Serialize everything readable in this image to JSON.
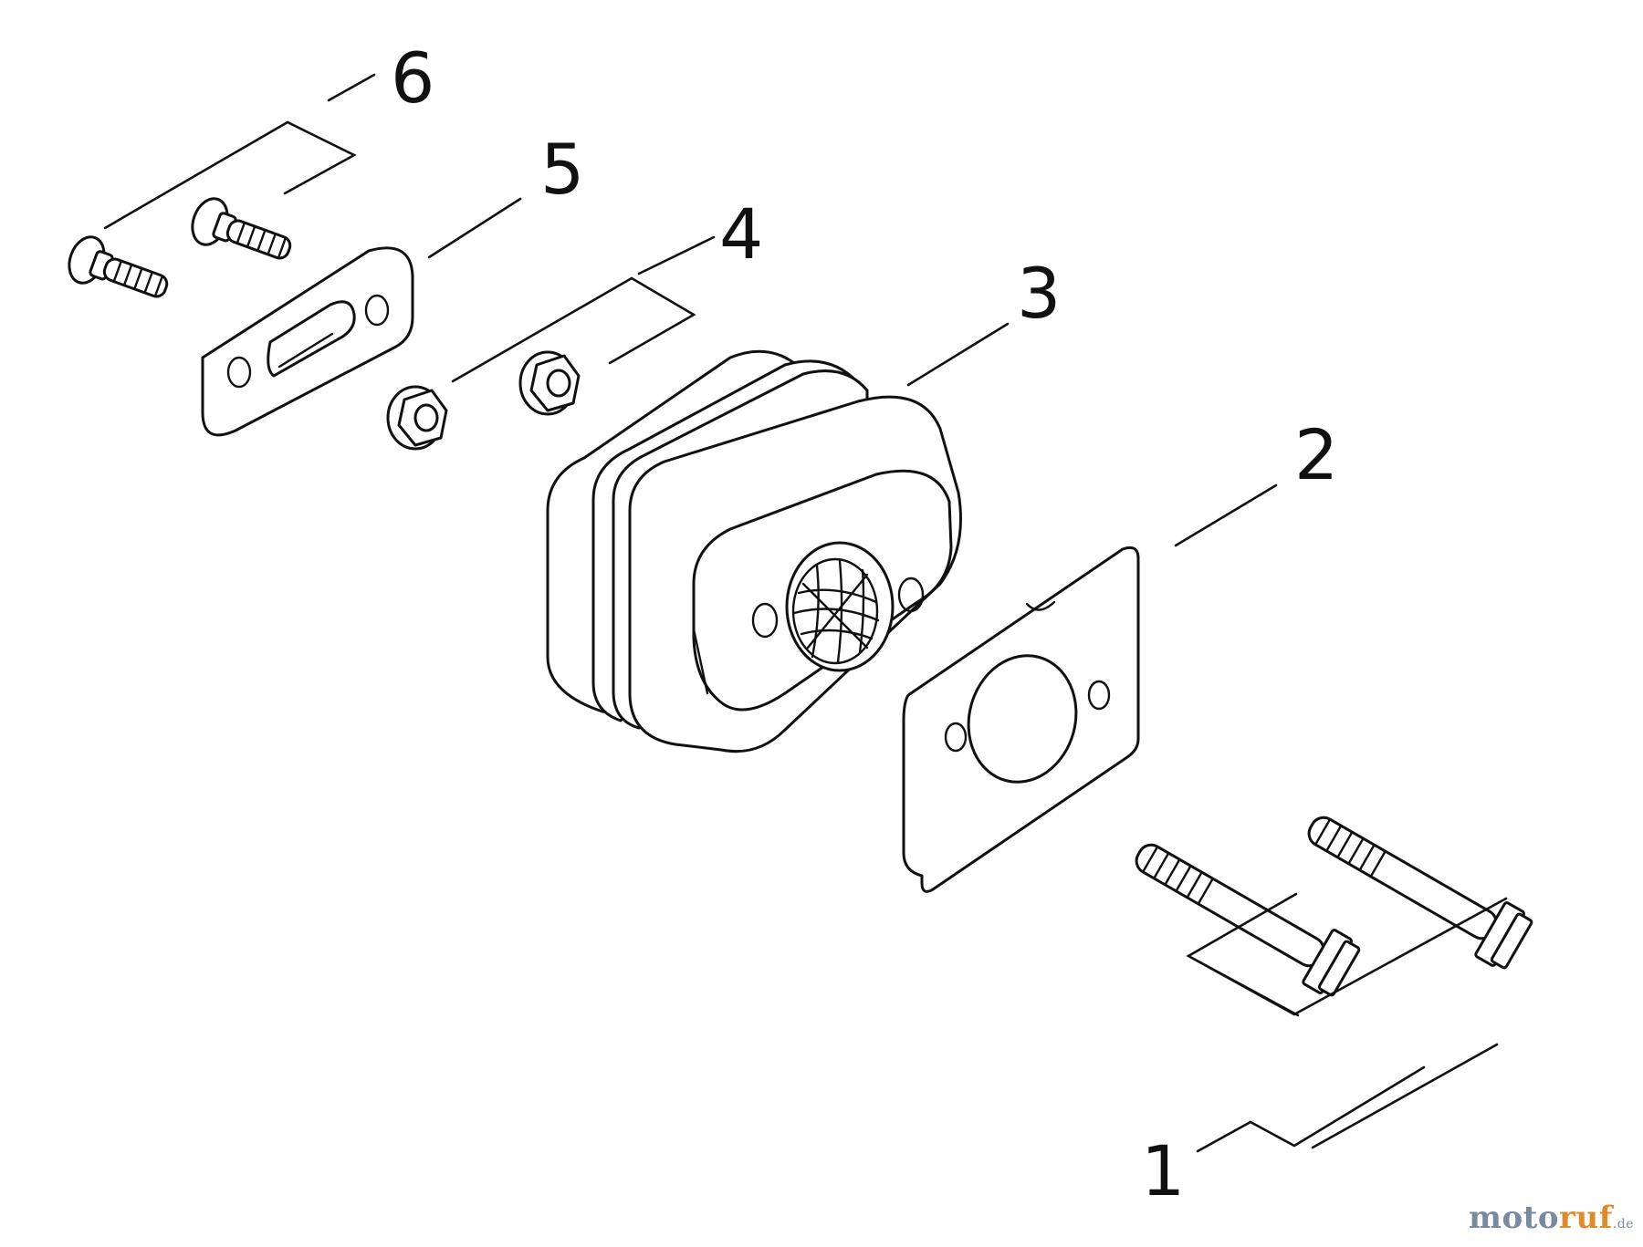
{
  "diagram": {
    "callouts": [
      {
        "id": "1",
        "label": "1"
      },
      {
        "id": "2",
        "label": "2"
      },
      {
        "id": "3",
        "label": "3"
      },
      {
        "id": "4",
        "label": "4"
      },
      {
        "id": "5",
        "label": "5"
      },
      {
        "id": "6",
        "label": "6"
      }
    ],
    "parts": [
      {
        "callout": "1",
        "icon": "long-bolt-icon",
        "count": 2
      },
      {
        "callout": "2",
        "icon": "gasket-icon",
        "count": 1
      },
      {
        "callout": "3",
        "icon": "muffler-icon",
        "count": 1
      },
      {
        "callout": "4",
        "icon": "flange-nut-icon",
        "count": 2
      },
      {
        "callout": "5",
        "icon": "muffler-plate-icon",
        "count": 1
      },
      {
        "callout": "6",
        "icon": "screw-icon",
        "count": 2
      }
    ]
  },
  "watermark": {
    "part_a": "moto",
    "part_b": "ruf",
    "part_c": ".de"
  },
  "colors": {
    "line": "#111111",
    "background": "#ffffff",
    "watermark_grey": "#7a8a9e",
    "watermark_orange": "#e08a2a"
  }
}
